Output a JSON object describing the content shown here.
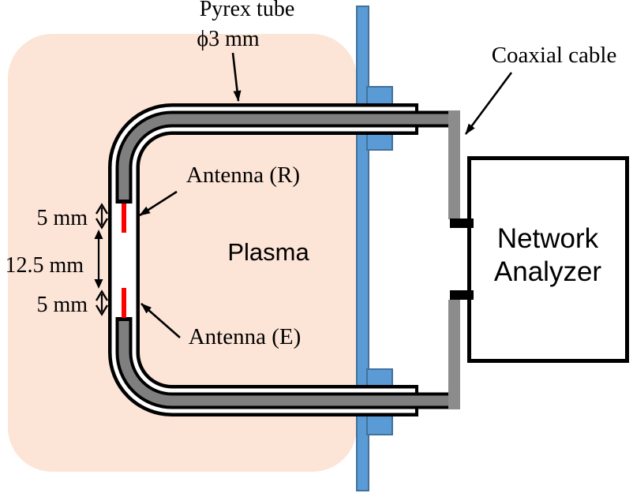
{
  "diagram": {
    "pyrex_label": {
      "line1": "Pyrex tube",
      "line2": "ϕ3 mm"
    },
    "coaxial_label": "Coaxial cable",
    "antenna_r_label": "Antenna (R)",
    "antenna_e_label": "Antenna (E)",
    "plasma_label": "Plasma",
    "analyzer_label": {
      "line1": "Network",
      "line2": "Analyzer"
    },
    "dimensions": {
      "top": "5 mm",
      "middle": "12.5 mm",
      "bottom": "5 mm"
    }
  },
  "colors": {
    "plasma_bg": "#fce4d6",
    "wall_blue": "#5b9bd5",
    "wall_blue_border": "#41719c",
    "cable_gray": "#8c8c8c",
    "rod_gray": "#7f7f7f",
    "antenna_red": "#ff0000",
    "outline_black": "#000000"
  }
}
